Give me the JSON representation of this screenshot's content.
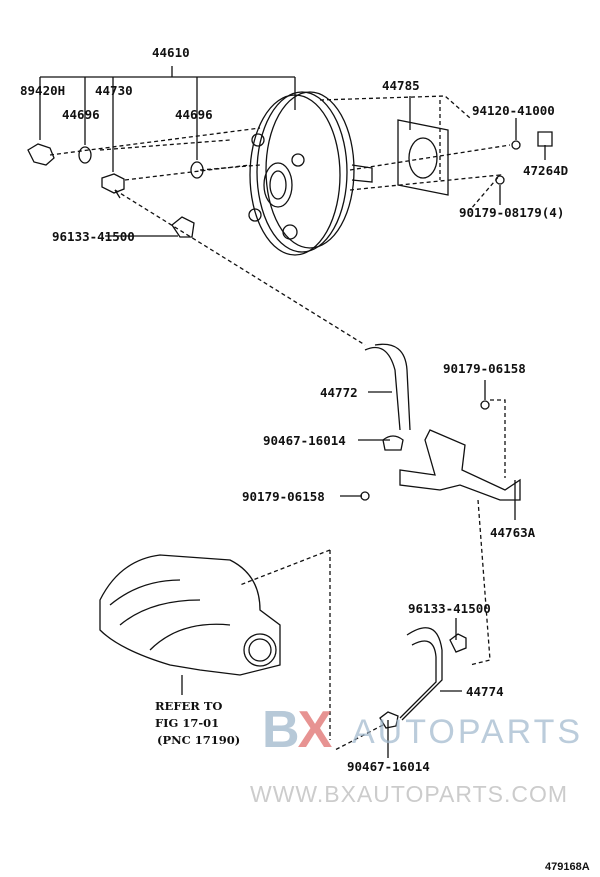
{
  "labels": {
    "p44610": "44610",
    "p89420H": "89420H",
    "p44730": "44730",
    "p44696a": "44696",
    "p44696b": "44696",
    "p44785": "44785",
    "p94120": "94120-41000",
    "p47264D": "47264D",
    "p90179_08179": "90179-08179(4)",
    "p96133a": "96133-41500",
    "p44772": "44772",
    "p90179_06158a": "90179-06158",
    "p90467a": "90467-16014",
    "p90179_06158b": "90179-06158",
    "p44763A": "44763A",
    "p96133b": "96133-41500",
    "p44774": "44774",
    "p90467b": "90467-16014"
  },
  "reference": {
    "line1": "REFER TO",
    "line2": "FIG 17-01",
    "line3": "(PNC 17190)"
  },
  "watermark": {
    "logo_b": "B",
    "logo_x": "X",
    "brand": "AUTOPARTS",
    "url": "WWW.BXAUTOPARTS.COM"
  },
  "figure_code": "479168A"
}
